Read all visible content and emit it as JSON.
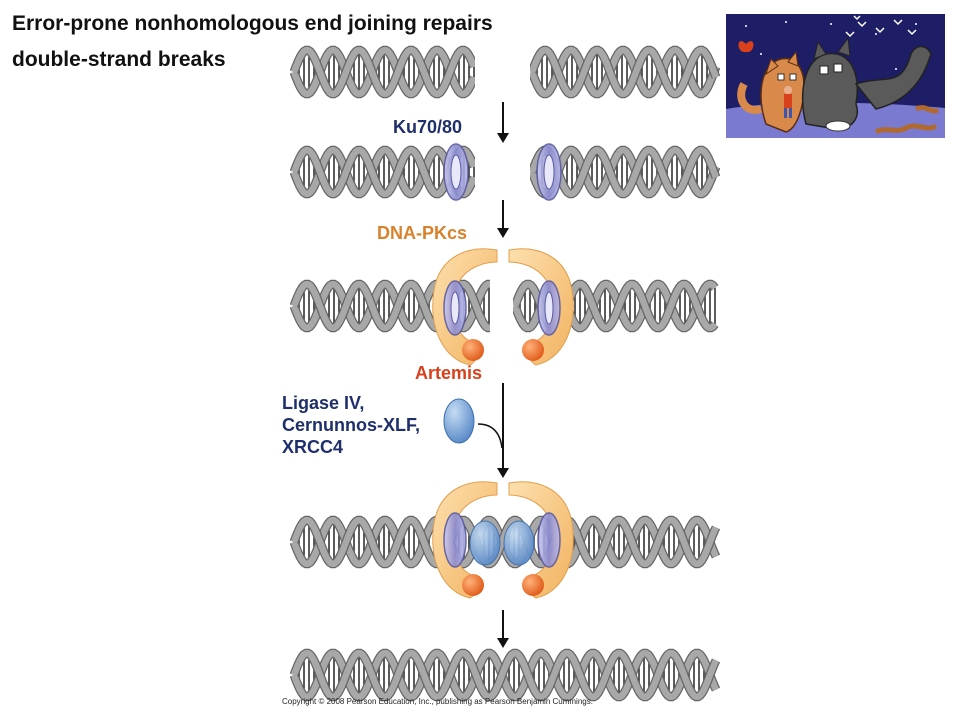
{
  "title": {
    "line1": "Error-prone nonhomologous end joining repairs",
    "line2": "double-strand breaks"
  },
  "labels": {
    "ku": "Ku70/80",
    "dnapkcs": "DNA-PKcs",
    "artemis": "Artemis",
    "ligase_line1": "Ligase IV,",
    "ligase_line2": "Cernunnos-XLF,",
    "ligase_line3": "XRCC4"
  },
  "copyright": "Copyright © 2008 Pearson Education, Inc., publishing as Pearson Benjamin Cummings.",
  "colors": {
    "ku_label": "#1f2f6b",
    "dnapkcs_label": "#d9822b",
    "artemis_label": "#d9401c",
    "ligase_label": "#1f2f6b",
    "dna_strand": "#a8a8a8",
    "ku_ring": "#8f8fcf",
    "dnapkcs_body": "#f7c27a",
    "artemis_body": "#f27a2e",
    "ligase_body": "#7ba3d6",
    "cartoon_sky": "#1e1e66"
  }
}
